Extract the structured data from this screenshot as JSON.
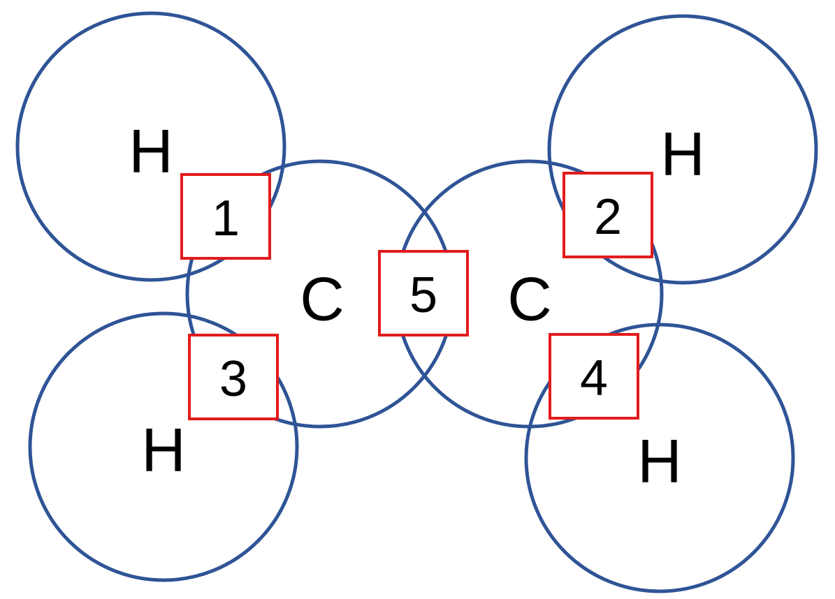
{
  "colors": {
    "orbital_stroke": "#2F5496",
    "box_stroke": "#E31B1B",
    "text": "#000000"
  },
  "atoms": {
    "h_top_left": "H",
    "h_bottom_left": "H",
    "c_left": "C",
    "c_right": "C",
    "h_top_right": "H",
    "h_bottom_right": "H"
  },
  "overlaps": {
    "b1": "1",
    "b2": "2",
    "b3": "3",
    "b4": "4",
    "b5": "5"
  }
}
